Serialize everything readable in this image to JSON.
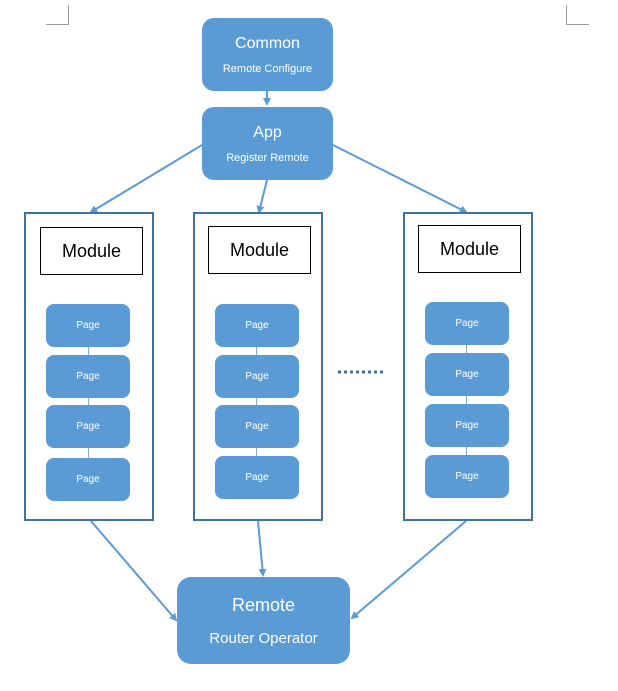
{
  "common": {
    "title": "Common",
    "subtitle": "Remote Configure"
  },
  "app": {
    "title": "App",
    "subtitle": "Register Remote"
  },
  "modules": [
    {
      "label": "Module",
      "pages": [
        "Page",
        "Page",
        "Page",
        "Page"
      ]
    },
    {
      "label": "Module",
      "pages": [
        "Page",
        "Page",
        "Page",
        "Page"
      ]
    },
    {
      "label": "Module",
      "pages": [
        "Page",
        "Page",
        "Page",
        "Page"
      ]
    }
  ],
  "remote": {
    "title": "Remote",
    "subtitle": "Router Operator"
  },
  "colors": {
    "node_fill": "#5b9bd5",
    "module_border": "#41719c",
    "arrow": "#5b9bd5"
  }
}
